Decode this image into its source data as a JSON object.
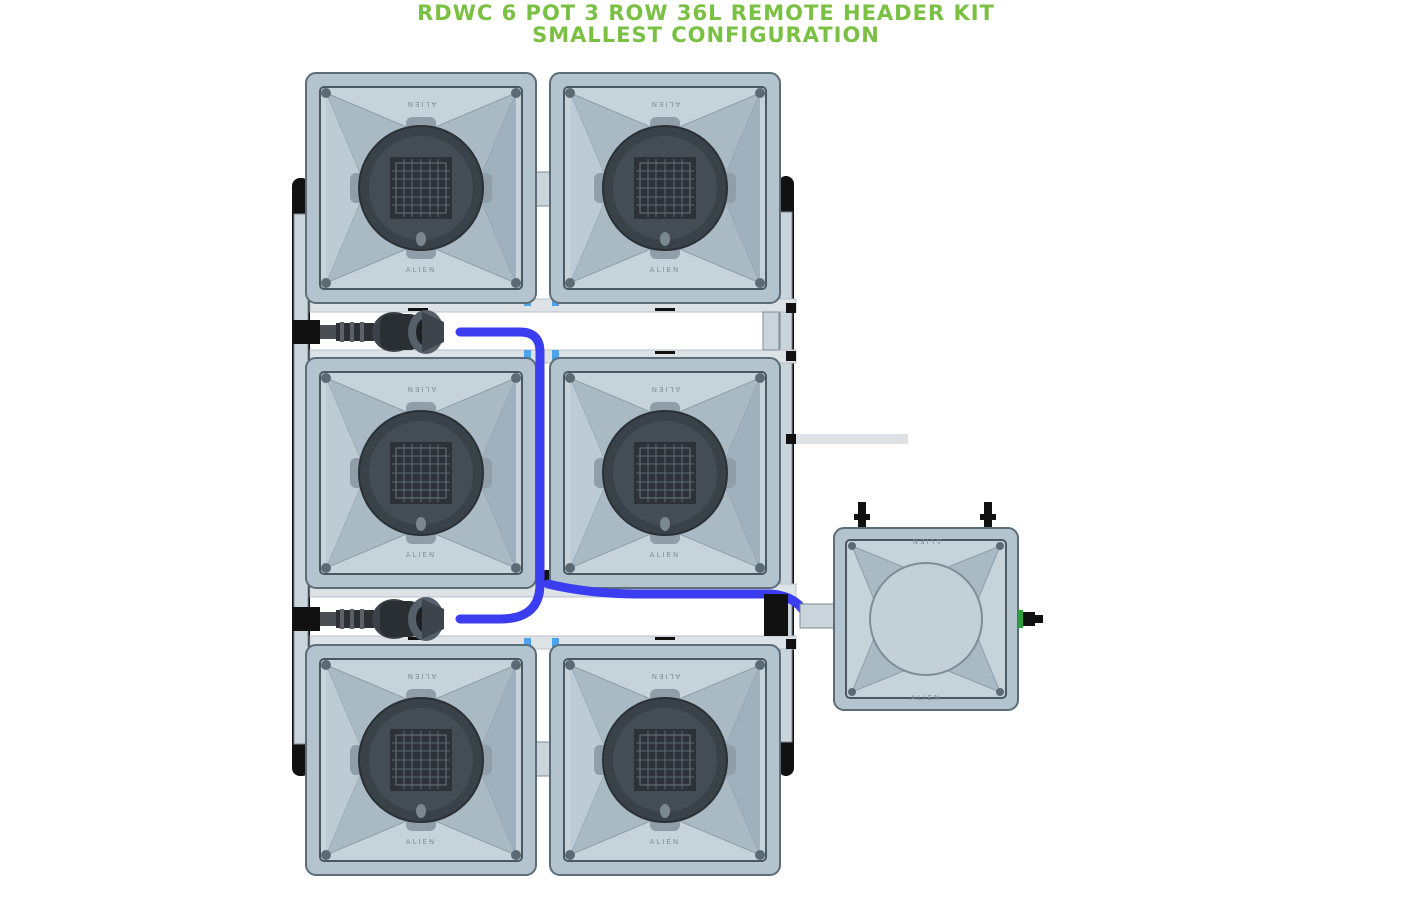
{
  "title": {
    "line1": "RDWC 6 POT 3 ROW 36L REMOTE HEADER KIT",
    "line2": "SMALLEST CONFIGURATION"
  },
  "pot_brand_label": "ALIEN",
  "colors": {
    "title": "#7ac143",
    "pot_body": "#b4c4ce",
    "pot_rim": "#d2dce3",
    "pot_dark": "#3a4249",
    "pipe": "#d9dfe4",
    "hose": "#3b3df0",
    "connector_blue": "#4da3f0",
    "fitting_black": "#111111",
    "valve_green": "#2e9e3e"
  },
  "icons": {
    "pot": "grow-pot-icon",
    "pump": "pump-icon",
    "reservoir": "reservoir-icon",
    "valve": "valve-icon"
  }
}
